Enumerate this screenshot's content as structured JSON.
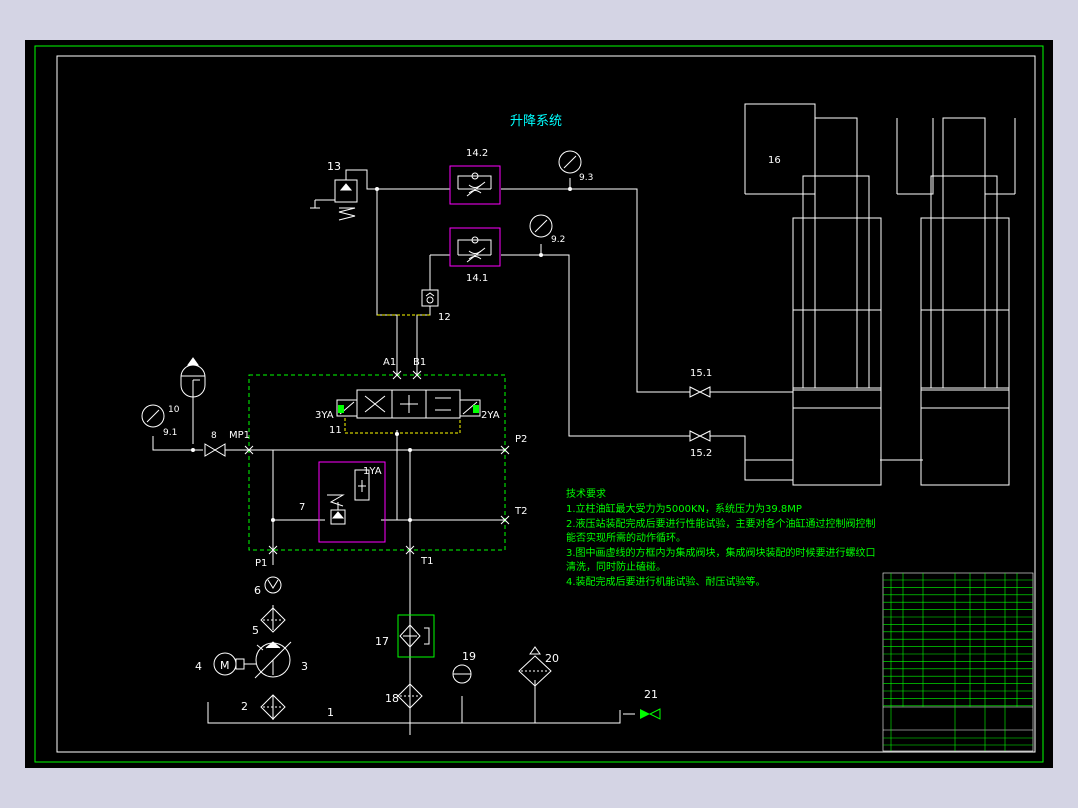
{
  "diagram": {
    "title": "升降系统",
    "colors": {
      "background": "#000000",
      "frame": "#00ff00",
      "line": "#ffffff",
      "highlight_box": "#ff00ff",
      "title": "#00ffff",
      "note": "#00ff00"
    },
    "labels": {
      "l13": "13",
      "l14_2": "14.2",
      "l14_1": "14.1",
      "l9_3": "9.3",
      "l9_2": "9.2",
      "l9_1": "9.1",
      "l16": "16",
      "l12": "12",
      "lA1": "A1",
      "lB1": "B1",
      "l15_1": "15.1",
      "l15_2": "15.2",
      "l10": "10",
      "l8": "8",
      "lMP1": "MP1",
      "l3YA": "3YA",
      "l2YA": "2YA",
      "l11": "11",
      "lP2": "P2",
      "l1YA": "1YA",
      "l7": "7",
      "lT2": "T2",
      "lP1": "P1",
      "lT1": "T1",
      "l6": "6",
      "l5": "5",
      "l4": "4",
      "lM": "M",
      "l3": "3",
      "l2": "2",
      "l1": "1",
      "l17": "17",
      "l18": "18",
      "l19": "19",
      "l20": "20",
      "l21": "21"
    },
    "notes": {
      "heading": "技术要求",
      "line1": "1.立柱油缸最大受力为5000KN，系统压力为39.8MP",
      "line2": "2.液压站装配完成后要进行性能试验，主要对各个油缸通过控制阀控制",
      "line3": "能否实现所需的动作循环。",
      "line4": "3.图中画虚线的方框内为集成阀块，集成阀块装配的时候要进行螺纹口",
      "line5": "清洗，同时防止磕碰。",
      "line6": "4.装配完成后要进行机能试验、耐压试验等。"
    }
  }
}
